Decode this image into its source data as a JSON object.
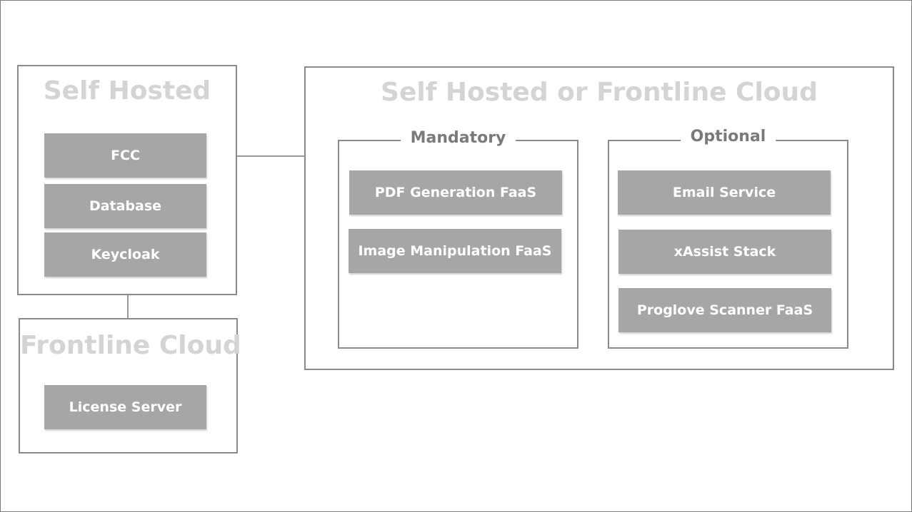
{
  "colors": {
    "border": "#8a8a8a",
    "box_fill": "#a6a6a6",
    "box_text": "#ffffff",
    "group_title": "#d4d4d4",
    "subgroup_title": "#7a7a7a"
  },
  "self_hosted": {
    "title": "Self Hosted",
    "items": [
      "FCC",
      "Database",
      "Keycloak"
    ]
  },
  "frontline_cloud": {
    "title": "Frontline Cloud",
    "items": [
      "License Server"
    ]
  },
  "hybrid": {
    "title": "Self Hosted or Frontline Cloud",
    "mandatory": {
      "title": "Mandatory",
      "items": [
        "PDF Generation FaaS",
        "Image Manipulation FaaS"
      ]
    },
    "optional": {
      "title": "Optional",
      "items": [
        "Email Service",
        "xAssist Stack",
        "Proglove Scanner FaaS"
      ]
    }
  }
}
